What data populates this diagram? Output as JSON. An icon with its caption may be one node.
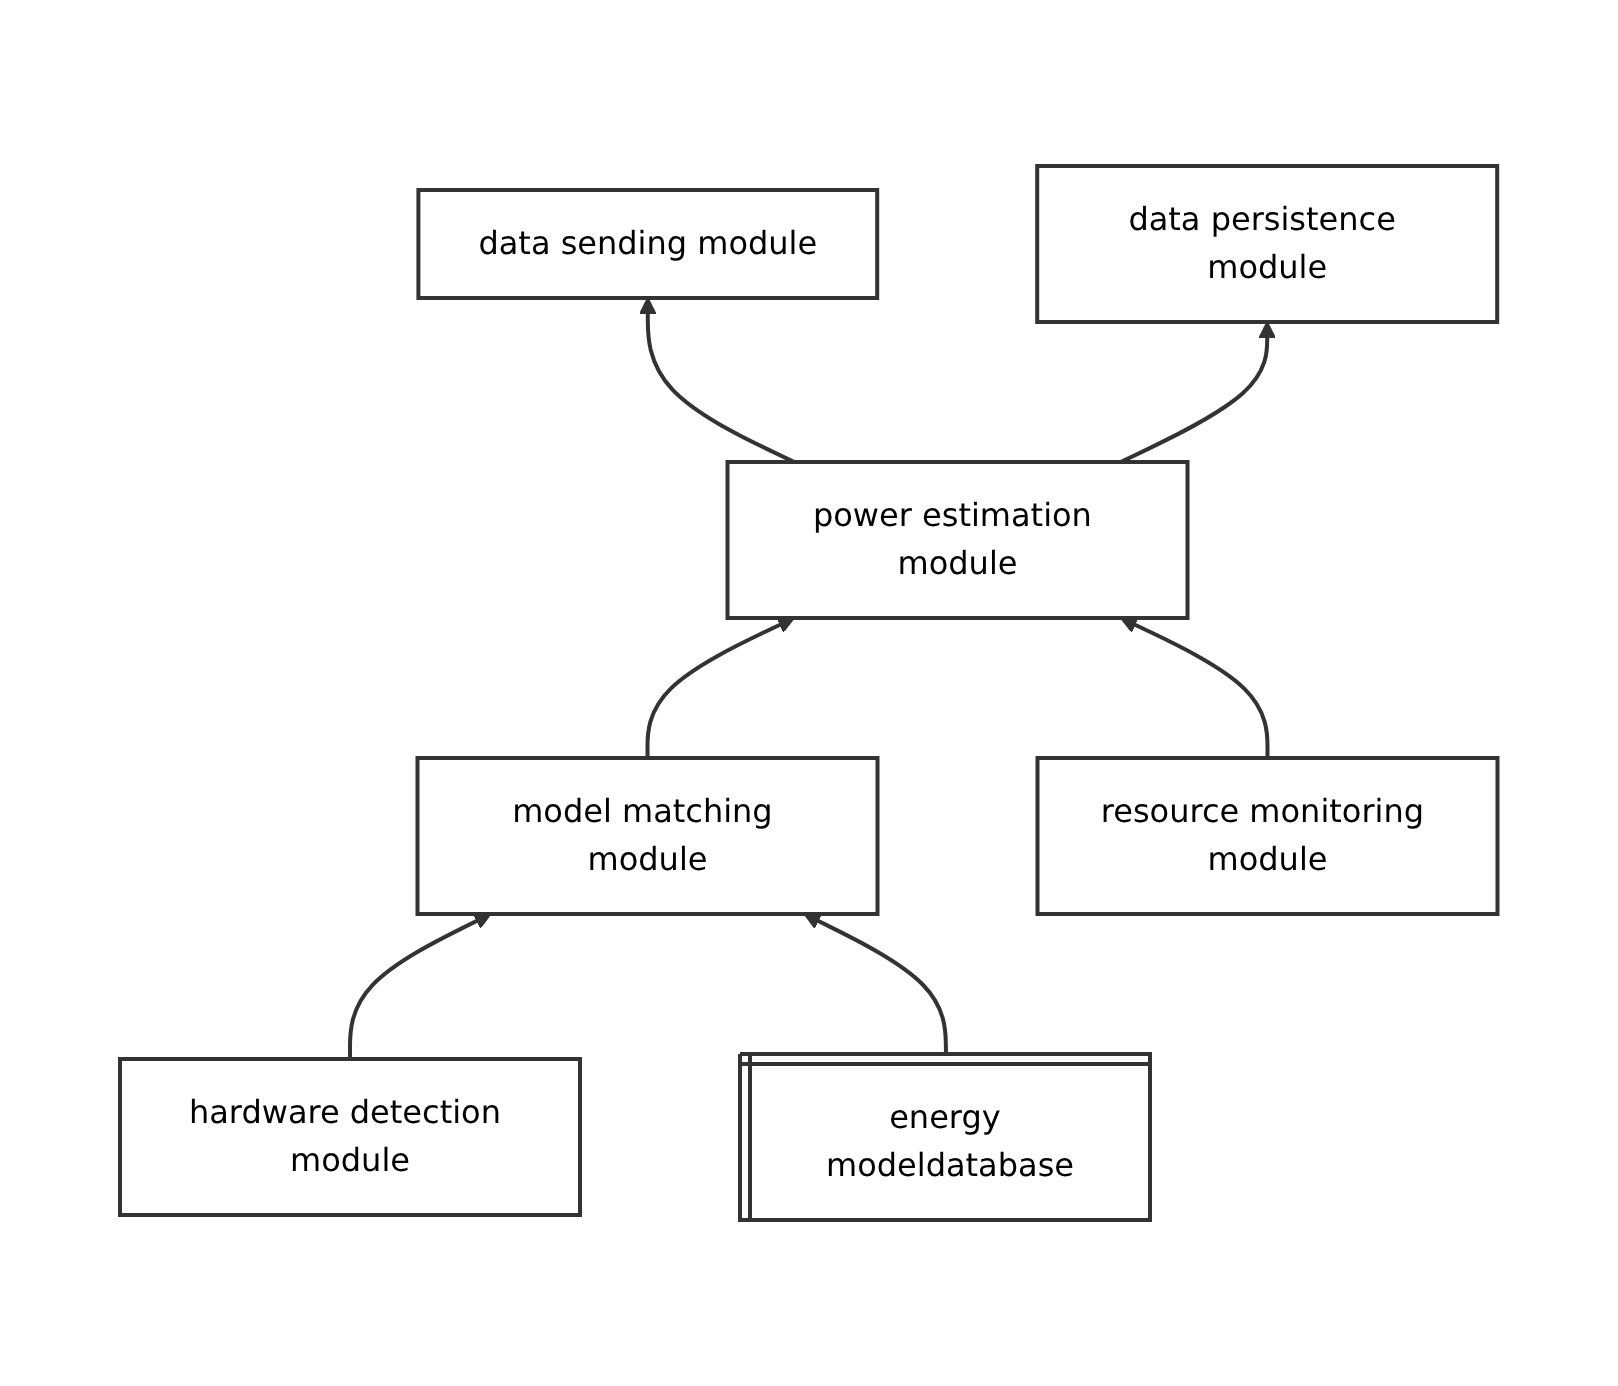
{
  "diagram": {
    "nodes": [
      {
        "text": [
          "data sending module"
        ]
      },
      {
        "text": [
          "data persistence module"
        ]
      },
      {
        "text": [
          "power estimation module"
        ]
      },
      {
        "text": [
          "model matching module"
        ]
      },
      {
        "text": [
          "resource monitoring module"
        ]
      },
      {
        "text": [
          "hardware detection module"
        ]
      },
      {
        "text": [
          "energy modeldatabase"
        ]
      }
    ],
    "edges": [
      {
        "from": 2,
        "to": 0,
        "arrow": "to"
      },
      {
        "from": 2,
        "to": 1,
        "arrow": "to"
      },
      {
        "from": 3,
        "to": 2,
        "arrow": "to"
      },
      {
        "from": 4,
        "to": 2,
        "arrow": "to"
      },
      {
        "from": 5,
        "to": 3,
        "arrow": "to"
      },
      {
        "from": 6,
        "to": 3,
        "arrow": "to"
      }
    ]
  }
}
